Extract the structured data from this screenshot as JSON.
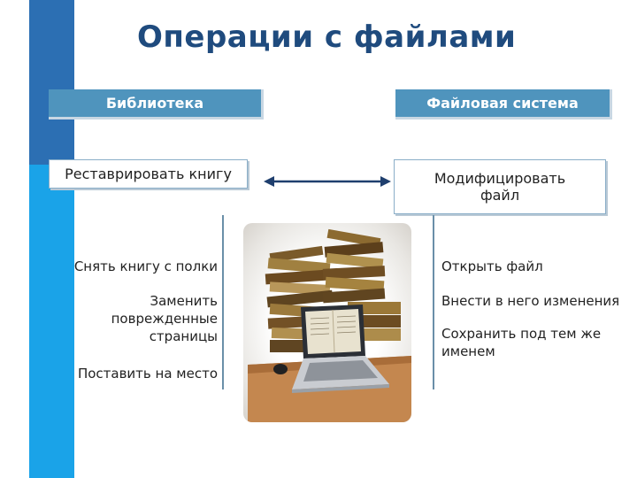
{
  "title": "Операции с файлами",
  "left": {
    "header": "Библиотека",
    "operation": "Реставрировать книгу",
    "steps": [
      "Снять книгу с полки",
      "Заменить поврежденные страницы",
      "Поставить на место"
    ]
  },
  "right": {
    "header": "Файловая система",
    "operation": "Модифицировать файл",
    "steps": [
      "Открыть файл",
      "Внести в него изменения",
      "Сохранить под тем же именем"
    ]
  },
  "colors": {
    "accent_dark": "#2c6fb3",
    "accent_light": "#1aa3e8",
    "header_bg": "#4f94bd",
    "title": "#1f4b7e"
  },
  "icons": {
    "connector": "double-arrow-icon",
    "illustration": "books-laptop-illustration"
  }
}
